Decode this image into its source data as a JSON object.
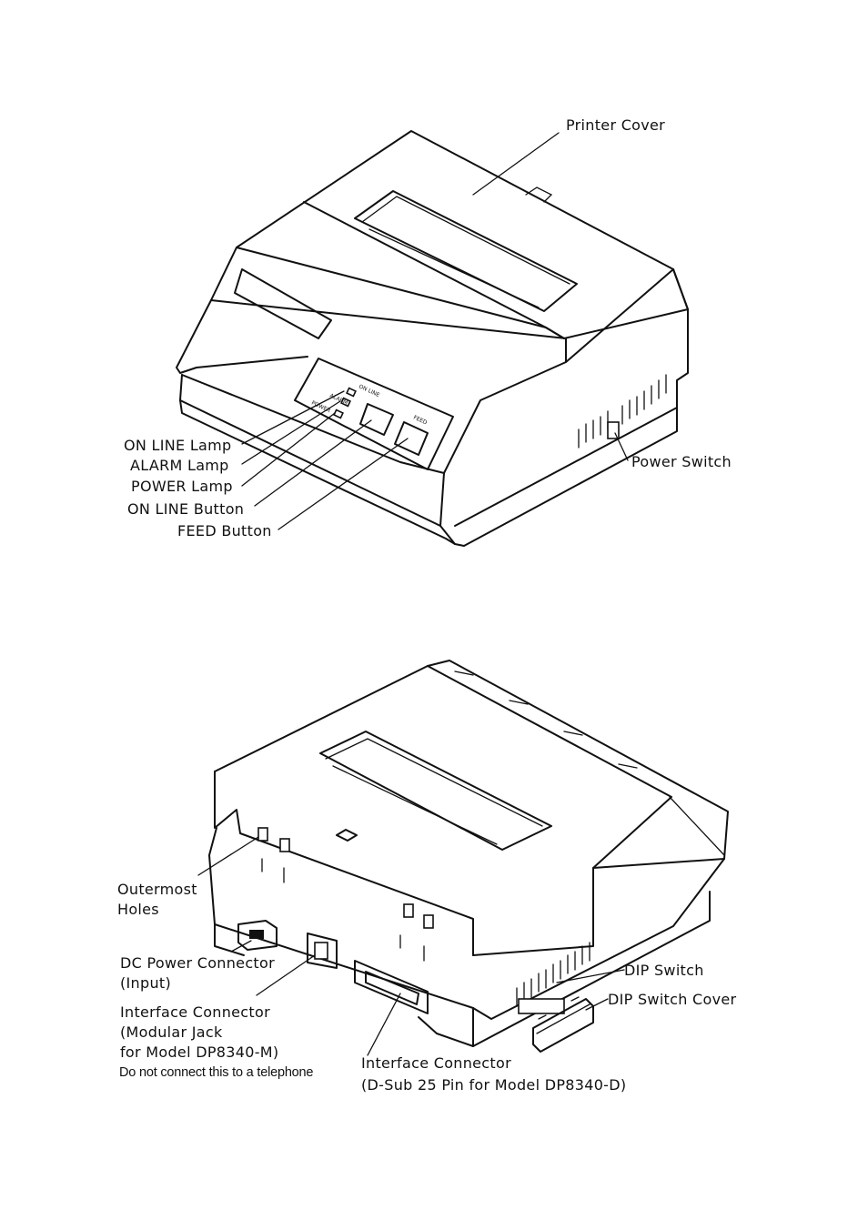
{
  "top_figure": {
    "labels": {
      "printer_cover": "Printer Cover",
      "power_switch": "Power Switch",
      "on_line_lamp": "ON LINE Lamp",
      "alarm_lamp": "ALARM Lamp",
      "power_lamp": "POWER Lamp",
      "on_line_button": "ON LINE Button",
      "feed_button": "FEED Button"
    },
    "panel_text": {
      "on_line": "ON LINE",
      "alarm": "ALARM",
      "power": "POWER",
      "feed": "FEED"
    }
  },
  "bottom_figure": {
    "labels": {
      "outermost_holes_line1": "Outermost",
      "outermost_holes_line2": "Holes",
      "dc_power_line1": "DC Power Connector",
      "dc_power_line2": "(Input)",
      "interface_m_line1": "Interface Connector",
      "interface_m_line2": "(Modular Jack",
      "interface_m_line3": "for Model DP8340-M)",
      "telephone_warning": "Do not connect this to a telephone",
      "interface_d_line1": "Interface Connector",
      "interface_d_line2": "(D-Sub 25 Pin for Model DP8340-D)",
      "dip_switch": "DIP Switch",
      "dip_switch_cover": "DIP Switch Cover"
    }
  }
}
